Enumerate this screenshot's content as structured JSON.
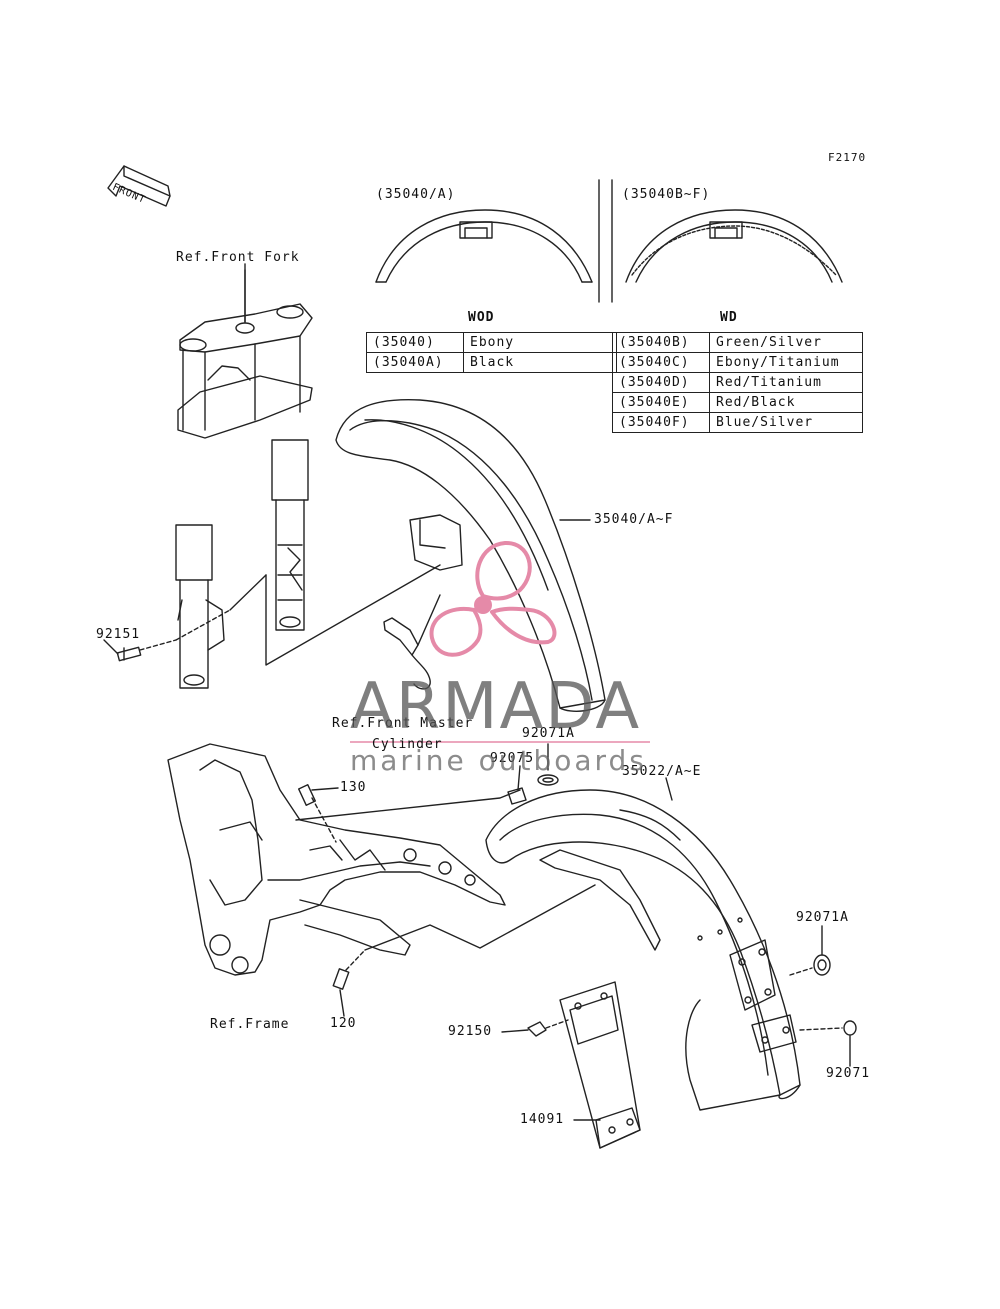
{
  "figure_code": "F2170",
  "front_arrow": {
    "text": "FRONT"
  },
  "labels": {
    "ref_front_fork": "Ref.Front Fork",
    "ref_front_master_line1": "Ref.Front Master",
    "ref_front_master_line2": "Cylinder",
    "ref_frame": "Ref.Frame",
    "p92151": "92151",
    "p35040": "35040/A~F",
    "p92071a_top": "92071A",
    "p92075": "92075",
    "p35022": "35022/A~E",
    "p130": "130",
    "p120": "120",
    "p92071a_right": "92071A",
    "p92150": "92150",
    "p92071": "92071",
    "p14091": "14091"
  },
  "variants": {
    "left_title": "(35040/A)",
    "right_title": "(35040B~F)",
    "left_table_heading": "WOD",
    "right_table_heading": "WD",
    "left_rows": [
      {
        "code": "(35040)",
        "color": "Ebony"
      },
      {
        "code": "(35040A)",
        "color": "Black"
      }
    ],
    "right_rows": [
      {
        "code": "(35040B)",
        "color": "Green/Silver"
      },
      {
        "code": "(35040C)",
        "color": "Ebony/Titanium"
      },
      {
        "code": "(35040D)",
        "color": "Red/Titanium"
      },
      {
        "code": "(35040E)",
        "color": "Red/Black"
      },
      {
        "code": "(35040F)",
        "color": "Blue/Silver"
      }
    ]
  },
  "watermark": {
    "brand": "ARMADA",
    "tagline": "marine outboards",
    "logo_color": "#e58aa8"
  }
}
